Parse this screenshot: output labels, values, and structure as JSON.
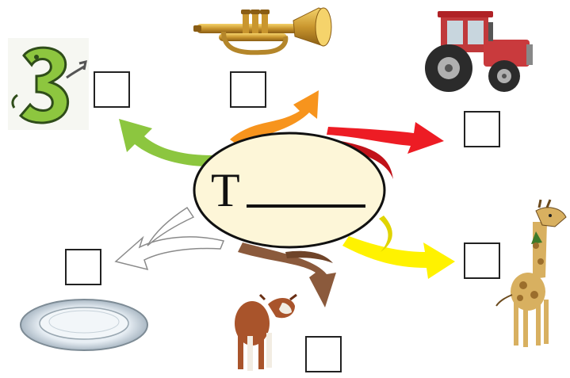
{
  "center": {
    "letter": "T"
  },
  "items": [
    {
      "name": "number-three",
      "picture": "number-3-icon",
      "arrow_color": "#8cc63f"
    },
    {
      "name": "trumpet",
      "picture": "trumpet-icon",
      "arrow_color": "#f7941d"
    },
    {
      "name": "tractor",
      "picture": "tractor-icon",
      "arrow_color": "#ed1c24"
    },
    {
      "name": "giraffe",
      "picture": "giraffe-icon",
      "arrow_color": "#fff200"
    },
    {
      "name": "calf",
      "picture": "calf-icon",
      "arrow_color": "#8b5a3c"
    },
    {
      "name": "plate",
      "picture": "plate-icon",
      "arrow_color": "#ffffff"
    }
  ],
  "colors": {
    "oval_fill": "#fdf6d8",
    "oval_stroke": "#111111"
  }
}
